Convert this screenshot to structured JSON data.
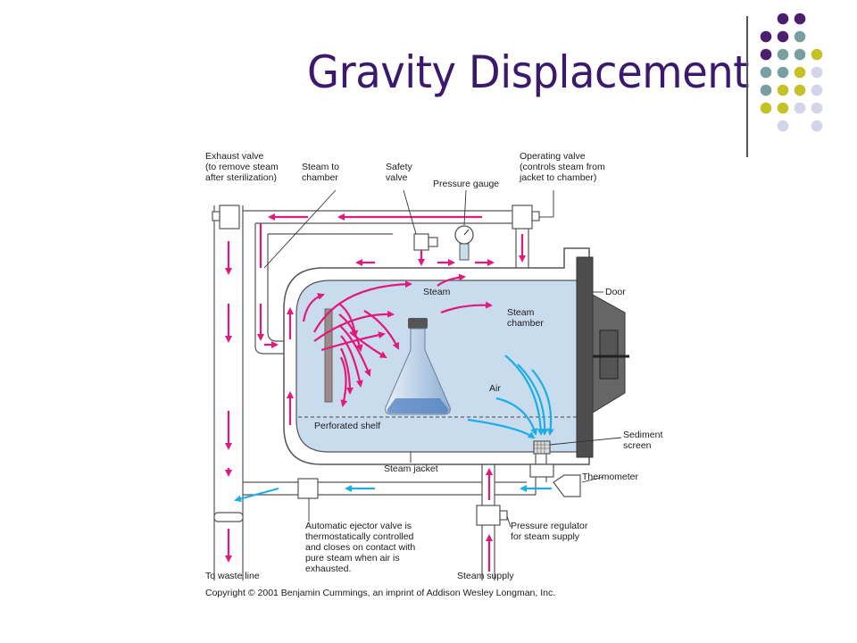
{
  "slide": {
    "title": "Gravity Displacement"
  },
  "colors": {
    "title": "#3b1a6e",
    "dot_purple": "#4b1f6e",
    "dot_teal": "#7a9fa0",
    "dot_olive": "#c5c227",
    "dot_lavender": "#d3d3ea",
    "steam_arrow": "#e2197d",
    "air_arrow": "#1eaee6",
    "chamber_fill": "#c9dcee"
  },
  "labels": {
    "exhaust_valve": [
      "Exhaust valve",
      "(to remove steam",
      "after sterilization)"
    ],
    "steam_to_chamber": [
      "Steam to",
      "chamber"
    ],
    "safety_valve": [
      "Safety",
      "valve"
    ],
    "pressure_gauge": "Pressure gauge",
    "operating_valve": [
      "Operating valve",
      "(controls steam from",
      "jacket to chamber)"
    ],
    "door": "Door",
    "steam": "Steam",
    "steam_chamber": [
      "Steam",
      "chamber"
    ],
    "air": "Air",
    "perforated_shelf": "Perforated shelf",
    "sediment_screen": [
      "Sediment",
      "screen"
    ],
    "steam_jacket": "Steam jacket",
    "thermometer": "Thermometer",
    "automatic_ejector": [
      "Automatic ejector valve is",
      "thermostatically controlled",
      "and closes on contact with",
      "pure steam when air is",
      "exhausted."
    ],
    "pressure_regulator": [
      "Pressure regulator",
      "for steam supply"
    ],
    "to_waste_line": "To waste line",
    "steam_supply": "Steam supply",
    "copyright": "Copyright © 2001 Benjamin Cummings, an imprint of Addison Wesley Longman, Inc."
  }
}
